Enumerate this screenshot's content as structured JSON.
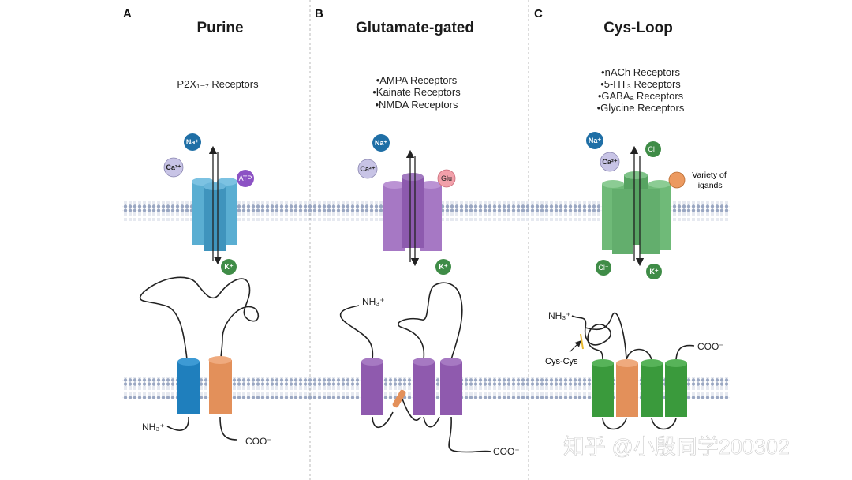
{
  "panels": [
    {
      "letter": "A",
      "title": "Purine",
      "receptors": [
        "P2X₁₋₇ Receptors"
      ],
      "ions": {
        "na": "Na⁺",
        "ca": "Ca²⁺",
        "k": "K⁺"
      },
      "ligand": "ATP",
      "nterm": "NH₃⁺",
      "cterm": "COO⁻",
      "colors": {
        "channel": "#5aaed2",
        "channel_dark": "#3f94bd",
        "helix1": "#1f7fbd",
        "helix2": "#e3905a"
      }
    },
    {
      "letter": "B",
      "title": "Glutamate-gated",
      "receptors": [
        "•AMPA Receptors",
        "•Kainate Receptors",
        "•NMDA Receptors"
      ],
      "ions": {
        "na": "Na⁺",
        "ca": "Ca²⁺",
        "k": "K⁺"
      },
      "ligand": "Glu",
      "nterm": "NH₃⁺",
      "cterm": "COO⁻",
      "colors": {
        "channel": "#a678c4",
        "channel_dark": "#8d5aae",
        "helix": "#8f5aae",
        "reentrant": "#e3905a"
      }
    },
    {
      "letter": "C",
      "title": "Cys-Loop",
      "receptors": [
        "•nACh Receptors",
        "•5-HT₃ Receptors",
        "•GABAₐ Receptors",
        "•Glycine Receptors"
      ],
      "ions": {
        "na": "Na⁺",
        "ca": "Ca²⁺",
        "cl_top": "Cl⁻",
        "cl_bottom": "Cl⁻",
        "k": "K⁺"
      },
      "ligand_label": [
        "Variety of",
        "ligands"
      ],
      "nterm": "NH₃⁺",
      "cterm": "COO⁻",
      "bridge_label": "Cys-Cys",
      "colors": {
        "channel": "#6fba78",
        "channel_dark": "#57a462",
        "helix": "#3a9a3c",
        "helix_alt": "#e3905a",
        "bridge": "#e8b830"
      }
    }
  ],
  "watermark": "知乎 @小殷同学200302",
  "colors": {
    "ion_na": "#1f6fa6",
    "ion_ca": "#c8c4e6",
    "ion_k": "#3f8c47",
    "atp": "#8c52c4",
    "glu": "#f2a0aa",
    "variety": "#ec9a60",
    "membrane": "#9aa7c2",
    "divider": "#b8b8b8"
  }
}
